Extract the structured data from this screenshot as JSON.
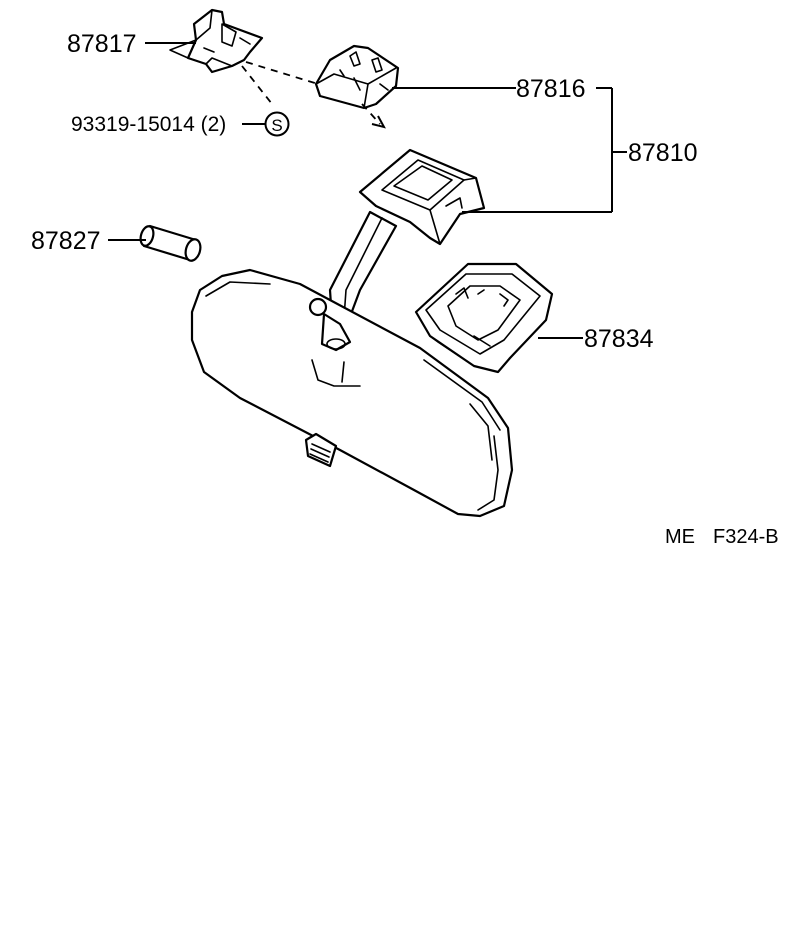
{
  "diagram": {
    "labels": {
      "clip": "87817",
      "bolt": "93319-15014 (2)",
      "bolt_symbol": "S",
      "cover": "87816",
      "assembly": "87810",
      "stopper": "87827",
      "holder": "87834"
    },
    "code": {
      "left": "ME",
      "right": "F324-B"
    }
  }
}
